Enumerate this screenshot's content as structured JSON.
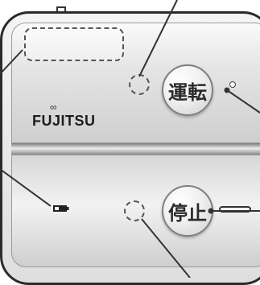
{
  "device": {
    "brand_logo": "FUJITSU",
    "run_button_label": "運転",
    "stop_button_label": "停止"
  },
  "icons": {
    "battery": "battery-icon",
    "led": "indicator-dot-icon",
    "sensor": "sensor-window-icon"
  },
  "colors": {
    "outline": "#2b2b2b",
    "panel_light": "#f4f4f4",
    "panel_dark": "#cfcfcf"
  }
}
